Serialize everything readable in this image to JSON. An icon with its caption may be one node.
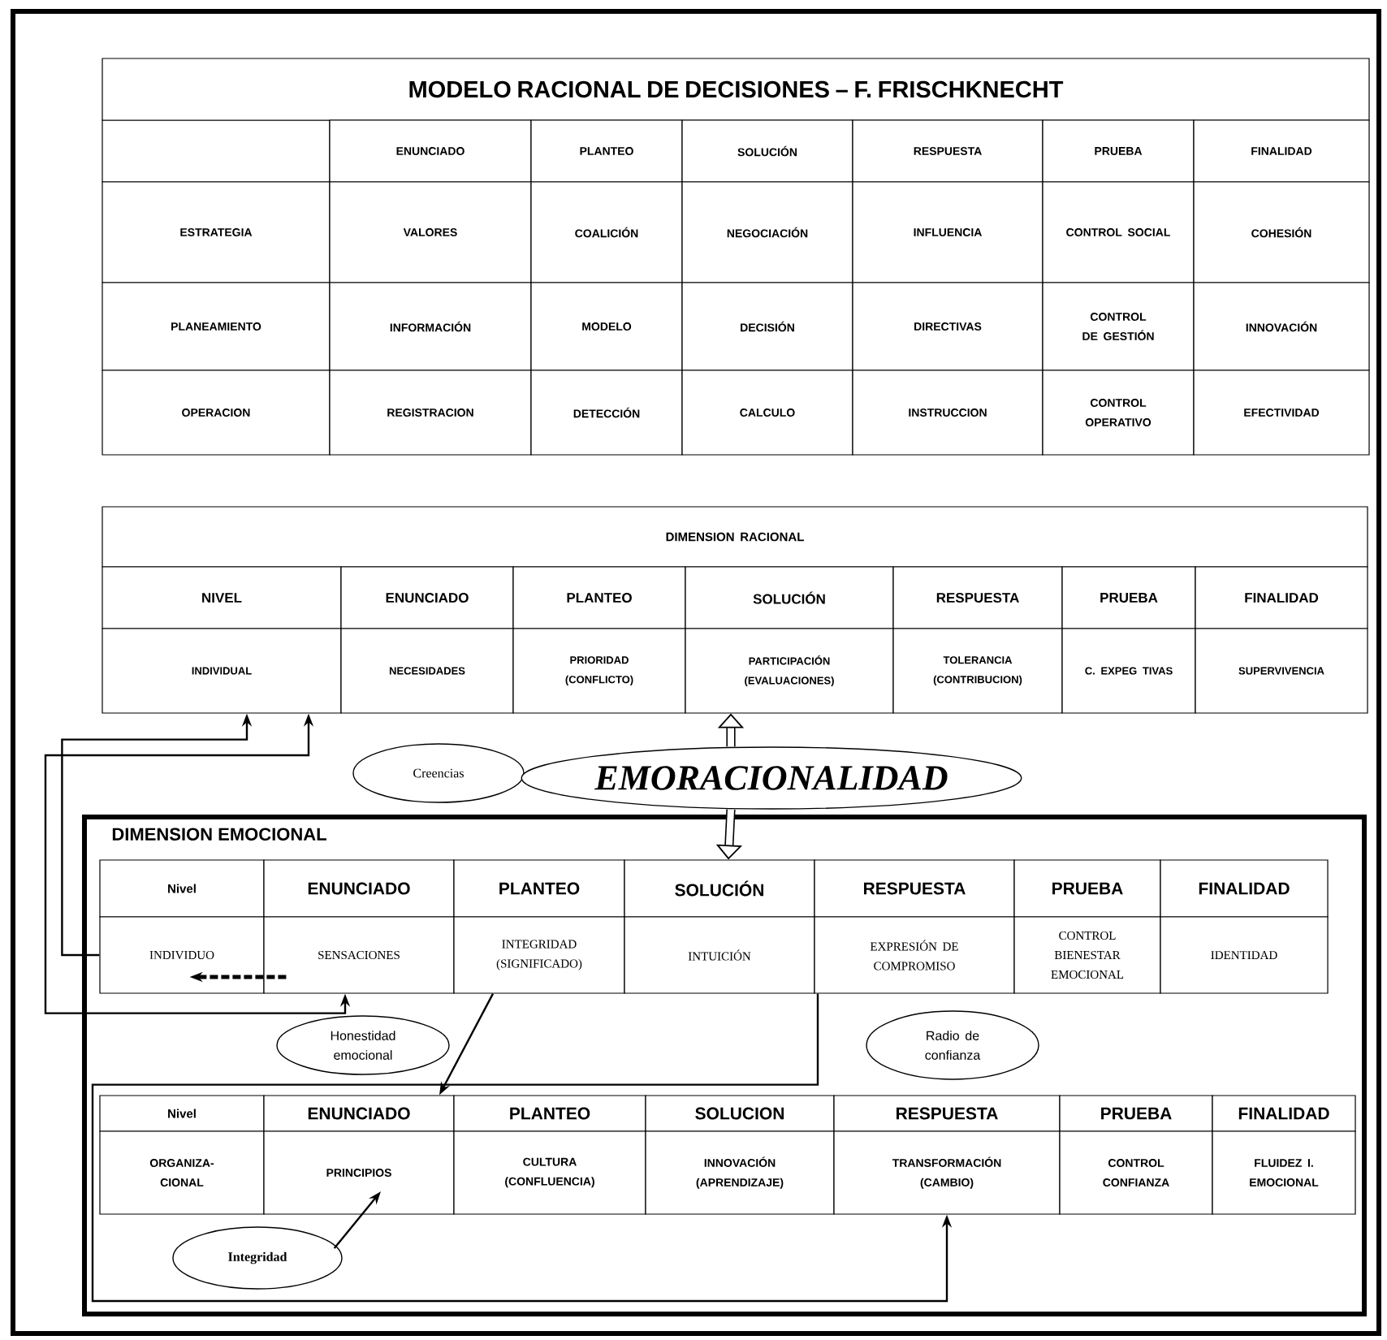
{
  "diagram": {
    "nodes": [
      {
        "text": [
          "MODELO RACIONAL DE DECISIONES – F. FRISCHKNECHT"
        ]
      },
      {
        "text": [
          "ENUNCIADO"
        ]
      },
      {
        "text": [
          "PLANTEO"
        ]
      },
      {
        "text": [
          "SOLUCIÓN"
        ]
      },
      {
        "text": [
          "RESPUESTA"
        ]
      },
      {
        "text": [
          "PRUEBA"
        ]
      },
      {
        "text": [
          "FINALIDAD"
        ]
      },
      {
        "text": [
          "ESTRATEGIA"
        ]
      },
      {
        "text": [
          "VALORES"
        ]
      },
      {
        "text": [
          "COALICIÓN"
        ]
      },
      {
        "text": [
          "NEGOCIACIÓN"
        ]
      },
      {
        "text": [
          "INFLUENCIA"
        ]
      },
      {
        "text": [
          "CONTROL SOCIAL"
        ]
      },
      {
        "text": [
          "COHESIÓN"
        ]
      },
      {
        "text": [
          "PLANEAMIENTO"
        ]
      },
      {
        "text": [
          "INFORMACIÓN"
        ]
      },
      {
        "text": [
          "MODELO"
        ]
      },
      {
        "text": [
          "DECISIÓN"
        ]
      },
      {
        "text": [
          "DIRECTIVAS"
        ]
      },
      {
        "text": [
          "CONTROL DE GESTIÓN"
        ]
      },
      {
        "text": [
          "INNOVACIÓN"
        ]
      },
      {
        "text": [
          "OPERACION"
        ]
      },
      {
        "text": [
          "REGISTRACION"
        ]
      },
      {
        "text": [
          "DETECCIÓN"
        ]
      },
      {
        "text": [
          "CALCULO"
        ]
      },
      {
        "text": [
          "INSTRUCCION"
        ]
      },
      {
        "text": [
          "CONTROL OPERATIVO"
        ]
      },
      {
        "text": [
          "EFECTIVIDAD"
        ]
      },
      {
        "text": [
          "DIMENSION RACIONAL"
        ]
      },
      {
        "text": [
          "NIVEL"
        ]
      },
      {
        "text": [
          "ENUNCIADO"
        ]
      },
      {
        "text": [
          "PLANTEO"
        ]
      },
      {
        "text": [
          "SOLUCIÓN"
        ]
      },
      {
        "text": [
          "RESPUESTA"
        ]
      },
      {
        "text": [
          "PRUEBA"
        ]
      },
      {
        "text": [
          "FINALIDAD"
        ]
      },
      {
        "text": [
          "INDIVIDUAL"
        ]
      },
      {
        "text": [
          "NECESIDADES"
        ]
      },
      {
        "text": [
          "PRIORIDAD (CONFLICTO)"
        ]
      },
      {
        "text": [
          "PARTICIPACIÓN (EVALUACIONES)"
        ]
      },
      {
        "text": [
          "TOLERANCIA (CONTRIBUCION)"
        ]
      },
      {
        "text": [
          "C. EXPEG TIVAS"
        ]
      },
      {
        "text": [
          "SUPERVIVENCIA"
        ]
      },
      {
        "text": [
          "Creencias"
        ]
      },
      {
        "text": [
          "EMORACIONALIDAD"
        ]
      },
      {
        "text": [
          "DIMENSION EMOCIONAL"
        ]
      },
      {
        "text": [
          "Nivel"
        ],
        "in": 45
      },
      {
        "text": [
          "ENUNCIADO"
        ],
        "in": 45
      },
      {
        "text": [
          "PLANTEO"
        ],
        "in": 45
      },
      {
        "text": [
          "SOLUCIÓN"
        ],
        "in": 45
      },
      {
        "text": [
          "RESPUESTA"
        ],
        "in": 45
      },
      {
        "text": [
          "PRUEBA"
        ],
        "in": 45
      },
      {
        "text": [
          "FINALIDAD"
        ],
        "in": 45
      },
      {
        "text": [
          "INDIVIDUO"
        ],
        "in": 45
      },
      {
        "text": [
          "SENSACIONES"
        ],
        "in": 45
      },
      {
        "text": [
          "INTEGRIDAD (SIGNIFICADO)"
        ],
        "in": 45
      },
      {
        "text": [
          "INTUICIÓN"
        ],
        "in": 45
      },
      {
        "text": [
          "EXPRESIÓN DE COMPROMISO"
        ],
        "in": 45
      },
      {
        "text": [
          "CONTROL BIENESTAR EMOCIONAL"
        ],
        "in": 45
      },
      {
        "text": [
          "IDENTIDAD"
        ],
        "in": 45
      },
      {
        "text": [
          "Honestidad emocional"
        ],
        "in": 45
      },
      {
        "text": [
          "Radio de confianza"
        ],
        "in": 45
      },
      {
        "text": [
          "Nivel"
        ],
        "in": 45
      },
      {
        "text": [
          "ENUNCIADO"
        ],
        "in": 45
      },
      {
        "text": [
          "PLANTEO"
        ],
        "in": 45
      },
      {
        "text": [
          "SOLUCION"
        ],
        "in": 45
      },
      {
        "text": [
          "RESPUESTA"
        ],
        "in": 45
      },
      {
        "text": [
          "PRUEBA"
        ],
        "in": 45
      },
      {
        "text": [
          "FINALIDAD"
        ],
        "in": 45
      },
      {
        "text": [
          "ORGANIZA- CIONAL"
        ],
        "in": 45
      },
      {
        "text": [
          "PRINCIPIOS"
        ],
        "in": 45
      },
      {
        "text": [
          "CULTURA (CONFLUENCIA)"
        ],
        "in": 45
      },
      {
        "text": [
          "INNOVACIÓN (APRENDIZAJE)"
        ],
        "in": 45
      },
      {
        "text": [
          "TRANSFORMACIÓN (CAMBIO)"
        ],
        "in": 45
      },
      {
        "text": [
          "CONTROL CONFIANZA"
        ],
        "in": 45
      },
      {
        "text": [
          "FLUIDEZ I. EMOCIONAL"
        ],
        "in": 45
      },
      {
        "text": [
          "Integridad"
        ],
        "in": 45
      }
    ],
    "edges": [
      {
        "from": 53,
        "to": 36,
        "arrow": "to"
      },
      {
        "from": 54,
        "to": 36,
        "arrow": "both"
      },
      {
        "from": 54,
        "to": 53,
        "arrow": "to",
        "style": "dashed"
      },
      {
        "from": 44,
        "to": 39,
        "arrow": "to",
        "style": "thick"
      },
      {
        "from": 44,
        "to": 49,
        "arrow": "to",
        "style": "thick"
      },
      {
        "from": 55,
        "to": 63,
        "arrow": "to"
      },
      {
        "from": 57,
        "to": 73,
        "arrow": "to"
      },
      {
        "from": 76,
        "to": 70,
        "arrow": "to"
      }
    ]
  }
}
